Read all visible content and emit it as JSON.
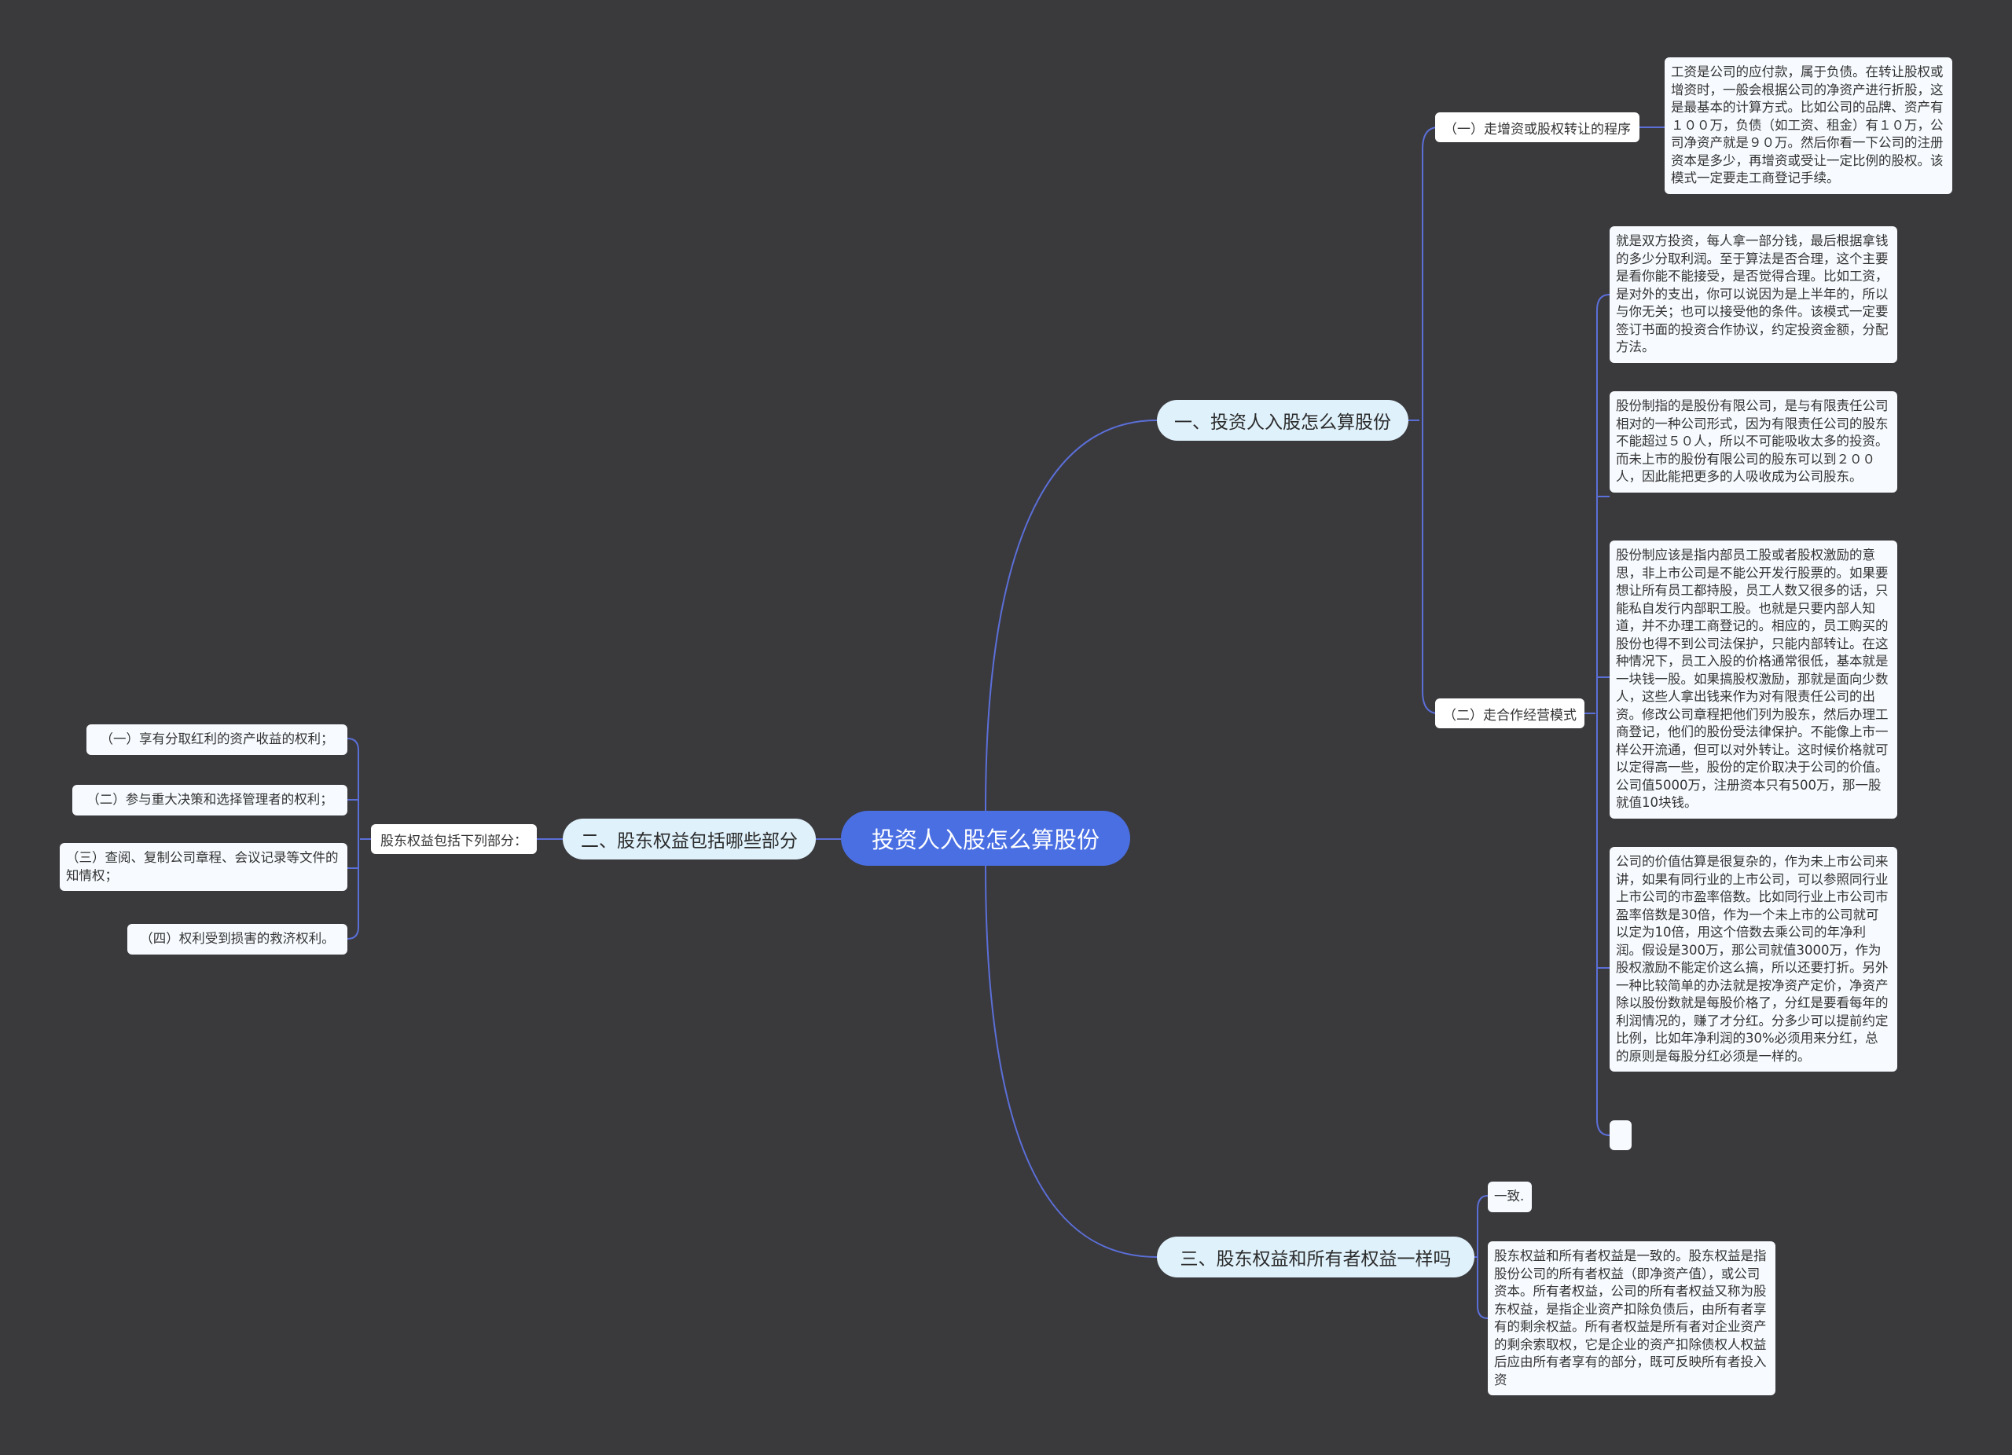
{
  "root": {
    "label": "投资人入股怎么算股份"
  },
  "branches": [
    {
      "label": "一、投资人入股怎么算股份",
      "children": [
        {
          "label": "（一）走增资或股权转让的程序",
          "notes": [
            "工资是公司的应付款，属于负债。在转让股权或增资时，一般会根据公司的净资产进行折股，这是最基本的计算方式。比如公司的品牌、资产有１００万，负债（如工资、租金）有１０万，公司净资产就是９０万。然后你看一下公司的注册资本是多少，再增资或受让一定比例的股权。该模式一定要走工商登记手续。"
          ]
        },
        {
          "label": "（二）走合作经营模式",
          "notes": [
            "就是双方投资，每人拿一部分钱，最后根据拿钱的多少分取利润。至于算法是否合理，这个主要是看你能不能接受，是否觉得合理。比如工资，是对外的支出，你可以说因为是上半年的，所以与你无关；也可以接受他的条件。该模式一定要签订书面的投资合作协议，约定投资金额，分配方法。",
            "股份制指的是股份有限公司，是与有限责任公司相对的一种公司形式，因为有限责任公司的股东不能超过５０人，所以不可能吸收太多的投资。而未上市的股份有限公司的股东可以到２００人，因此能把更多的人吸收成为公司股东。",
            "股份制应该是指内部员工股或者股权激励的意思，非上市公司是不能公开发行股票的。如果要想让所有员工都持股，员工人数又很多的话，只能私自发行内部职工股。也就是只要内部人知道，并不办理工商登记的。相应的，员工购买的股份也得不到公司法保护，只能内部转让。在这种情况下，员工入股的价格通常很低，基本就是一块钱一股。如果搞股权激励，那就是面向少数人，这些人拿出钱来作为对有限责任公司的出资。修改公司章程把他们列为股东，然后办理工商登记，他们的股份受法律保护。不能像上市一样公开流通，但可以对外转让。这时候价格就可以定得高一些，股份的定价取决于公司的价值。公司值5000万，注册资本只有500万，那一股就值10块钱。",
            "公司的价值估算是很复杂的，作为未上市公司来讲，如果有同行业的上市公司，可以参照同行业上市公司的市盈率倍数。比如同行业上市公司市盈率倍数是30倍，作为一个未上市的公司就可以定为10倍，用这个倍数去乘公司的年净利润。假设是300万，那公司就值3000万，作为股权激励不能定价这么搞，所以还要打折。另外一种比较简单的办法就是按净资产定价，净资产除以股份数就是每股价格了，分红是要看每年的利润情况的，赚了才分红。分多少可以提前约定比例，比如年净利润的30%必须用来分红，总的原则是每股分红必须是一样的。",
            ""
          ]
        }
      ]
    },
    {
      "label": "二、股东权益包括哪些部分",
      "children": [
        {
          "label": "股东权益包括下列部分：",
          "notes": [
            "（一）享有分取红利的资产收益的权利；",
            "（二）参与重大决策和选择管理者的权利；",
            "（三）查阅、复制公司章程、会议记录等文件的知情权；",
            "（四）权利受到损害的救济权利。"
          ]
        }
      ]
    },
    {
      "label": "三、股东权益和所有者权益一样吗",
      "notes": [
        "一致.",
        "股东权益和所有者权益是一致的。股东权益是指股份公司的所有者权益（即净资产值），或公司资本。所有者权益，公司的所有者权益又称为股东权益，是指企业资产扣除负债后，由所有者享有的剩余权益。所有者权益是所有者对企业资产的剩余索取权，它是企业的资产扣除债权人权益后应由所有者享有的部分，既可反映所有者投入资"
      ]
    }
  ],
  "colors": {
    "background": "#3a393c",
    "root": "#4a6fe3",
    "branch": "#dff1fb",
    "link": "#5b6fd8"
  }
}
